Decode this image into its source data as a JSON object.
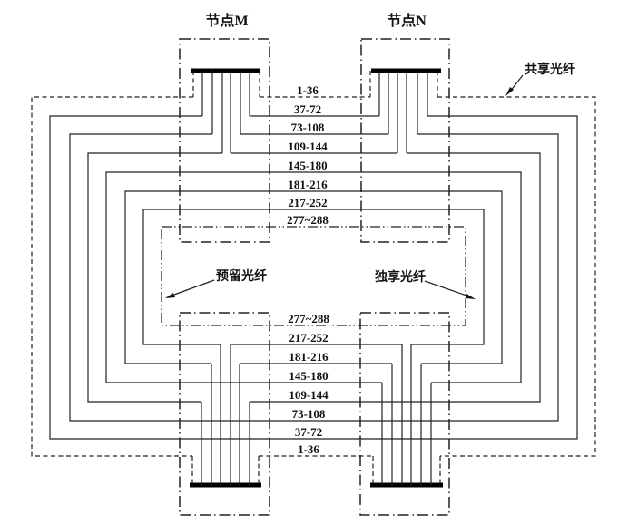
{
  "nodes": {
    "left": "节点M",
    "right": "节点N"
  },
  "top_labels": [
    "1-36",
    "37-72",
    "73-108",
    "109-144",
    "145-180",
    "181-216",
    "217-252",
    "277~288"
  ],
  "bottom_labels": [
    "277~288",
    "217-252",
    "181-216",
    "145-180",
    "109-144",
    "73-108",
    "37-72",
    "1-36"
  ],
  "callouts": {
    "shared": "共享光纤",
    "reserved": "预留光纤",
    "exclusive": "独享光纤"
  },
  "fiber_groups": [
    {
      "range": "1-36",
      "role": "共享光纤",
      "line_style": "dashed"
    },
    {
      "range": "37-72",
      "role": "独享光纤",
      "line_style": "solid"
    },
    {
      "range": "73-108",
      "role": "独享光纤",
      "line_style": "solid"
    },
    {
      "range": "109-144",
      "role": "独享光纤",
      "line_style": "solid"
    },
    {
      "range": "145-180",
      "role": "独享光纤",
      "line_style": "solid"
    },
    {
      "range": "181-216",
      "role": "独享光纤",
      "line_style": "solid"
    },
    {
      "range": "217-252",
      "role": "独享光纤",
      "line_style": "solid"
    },
    {
      "range": "277~288",
      "role": "预留光纤",
      "line_style": "dash-dot-dot"
    }
  ],
  "colors": {
    "line": "#222222",
    "bar": "#000000",
    "background": "#ffffff"
  }
}
